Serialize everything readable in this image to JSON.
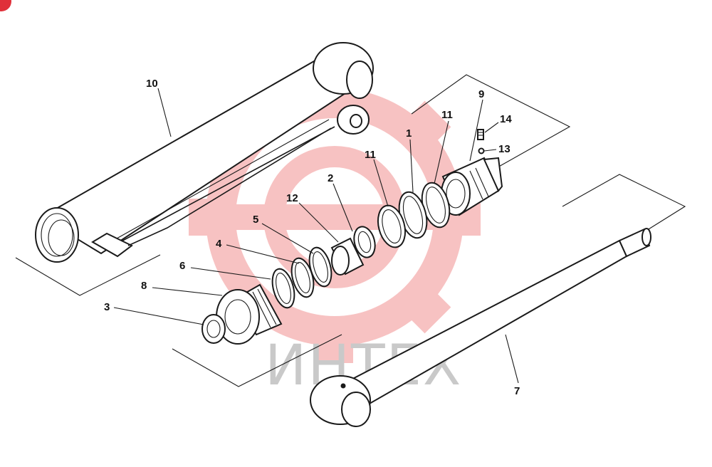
{
  "watermark": {
    "text": "ИНТЕХ",
    "gear_color": "#f6b8b8",
    "text_color": "#c9c9c9"
  },
  "badge": {
    "color": "#e0303a"
  },
  "callouts": [
    {
      "id": "1",
      "text": "1"
    },
    {
      "id": "2",
      "text": "2"
    },
    {
      "id": "3",
      "text": "3"
    },
    {
      "id": "4",
      "text": "4"
    },
    {
      "id": "5",
      "text": "5"
    },
    {
      "id": "6",
      "text": "6"
    },
    {
      "id": "7",
      "text": "7"
    },
    {
      "id": "8",
      "text": "8"
    },
    {
      "id": "9",
      "text": "9"
    },
    {
      "id": "10",
      "text": "10"
    },
    {
      "id": "11a",
      "text": "11"
    },
    {
      "id": "11b",
      "text": "11"
    },
    {
      "id": "12",
      "text": "12"
    },
    {
      "id": "13",
      "text": "13"
    },
    {
      "id": "14",
      "text": "14"
    }
  ],
  "parts": [
    {
      "name": "cylinder-tube",
      "callout": "10"
    },
    {
      "name": "piston-rod",
      "callout": "7"
    },
    {
      "name": "piston",
      "callout": "9"
    },
    {
      "name": "cylinder-head",
      "callout": "8"
    },
    {
      "name": "seal-rings",
      "callout": "1"
    },
    {
      "name": "spacer",
      "callout": "2"
    },
    {
      "name": "wiper",
      "callout": "3"
    },
    {
      "name": "backup-ring",
      "callout": "4"
    },
    {
      "name": "o-ring",
      "callout": "5"
    },
    {
      "name": "retaining-ring",
      "callout": "6"
    },
    {
      "name": "wear-rings",
      "callout": "11"
    },
    {
      "name": "bushing",
      "callout": "12"
    },
    {
      "name": "ball",
      "callout": "13"
    },
    {
      "name": "set-screw",
      "callout": "14"
    }
  ]
}
